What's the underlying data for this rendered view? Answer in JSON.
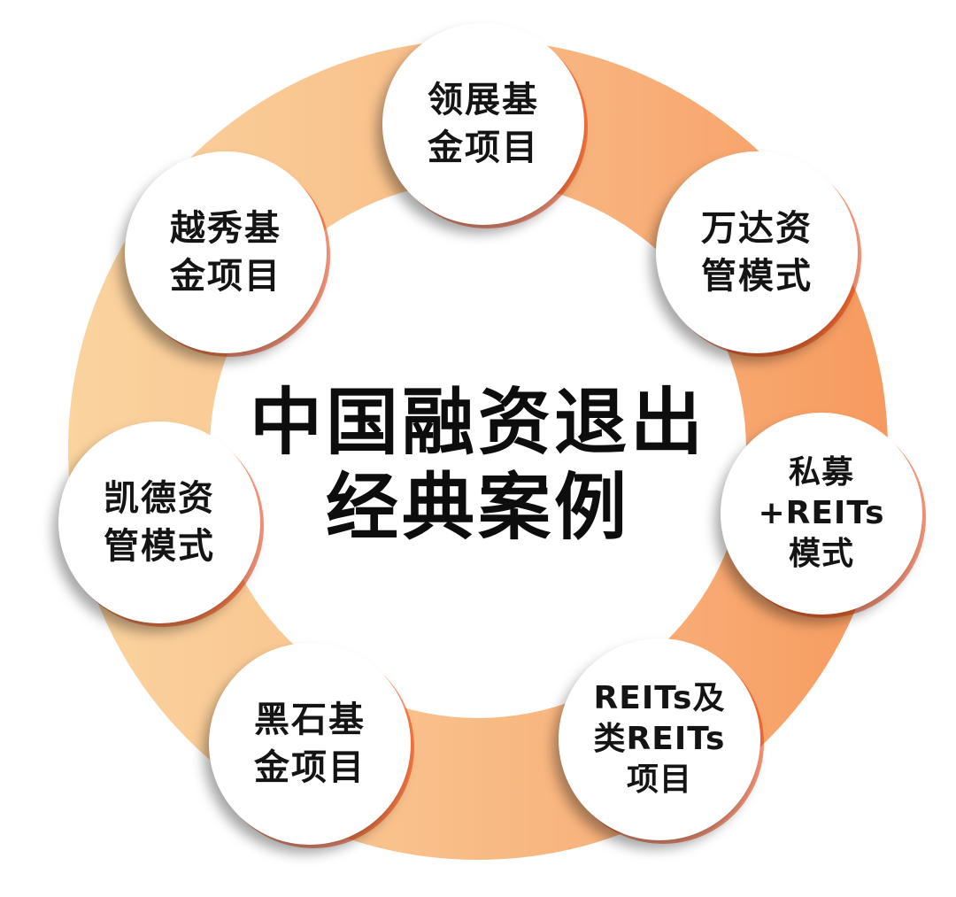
{
  "diagram": {
    "type": "cycle",
    "center_title": {
      "line1": "中国融资退出",
      "line2": "经典案例"
    },
    "ring_colors": {
      "left": "#fad39f",
      "right": "#f79a5f",
      "accent_shadow": "#f03c0a"
    },
    "nodes": [
      {
        "id": "lingzhan",
        "label": "领展基\n金项目"
      },
      {
        "id": "wanda",
        "label": "万达资\n管模式"
      },
      {
        "id": "private-reits",
        "label": "私募\n+REITs\n模式"
      },
      {
        "id": "reits",
        "label": "REITs及\n类REITs\n项目"
      },
      {
        "id": "blackstone",
        "label": "黑石基\n金项目"
      },
      {
        "id": "capitaland",
        "label": "凯德资\n管模式"
      },
      {
        "id": "yuexiu",
        "label": "越秀基\n金项目"
      }
    ]
  }
}
